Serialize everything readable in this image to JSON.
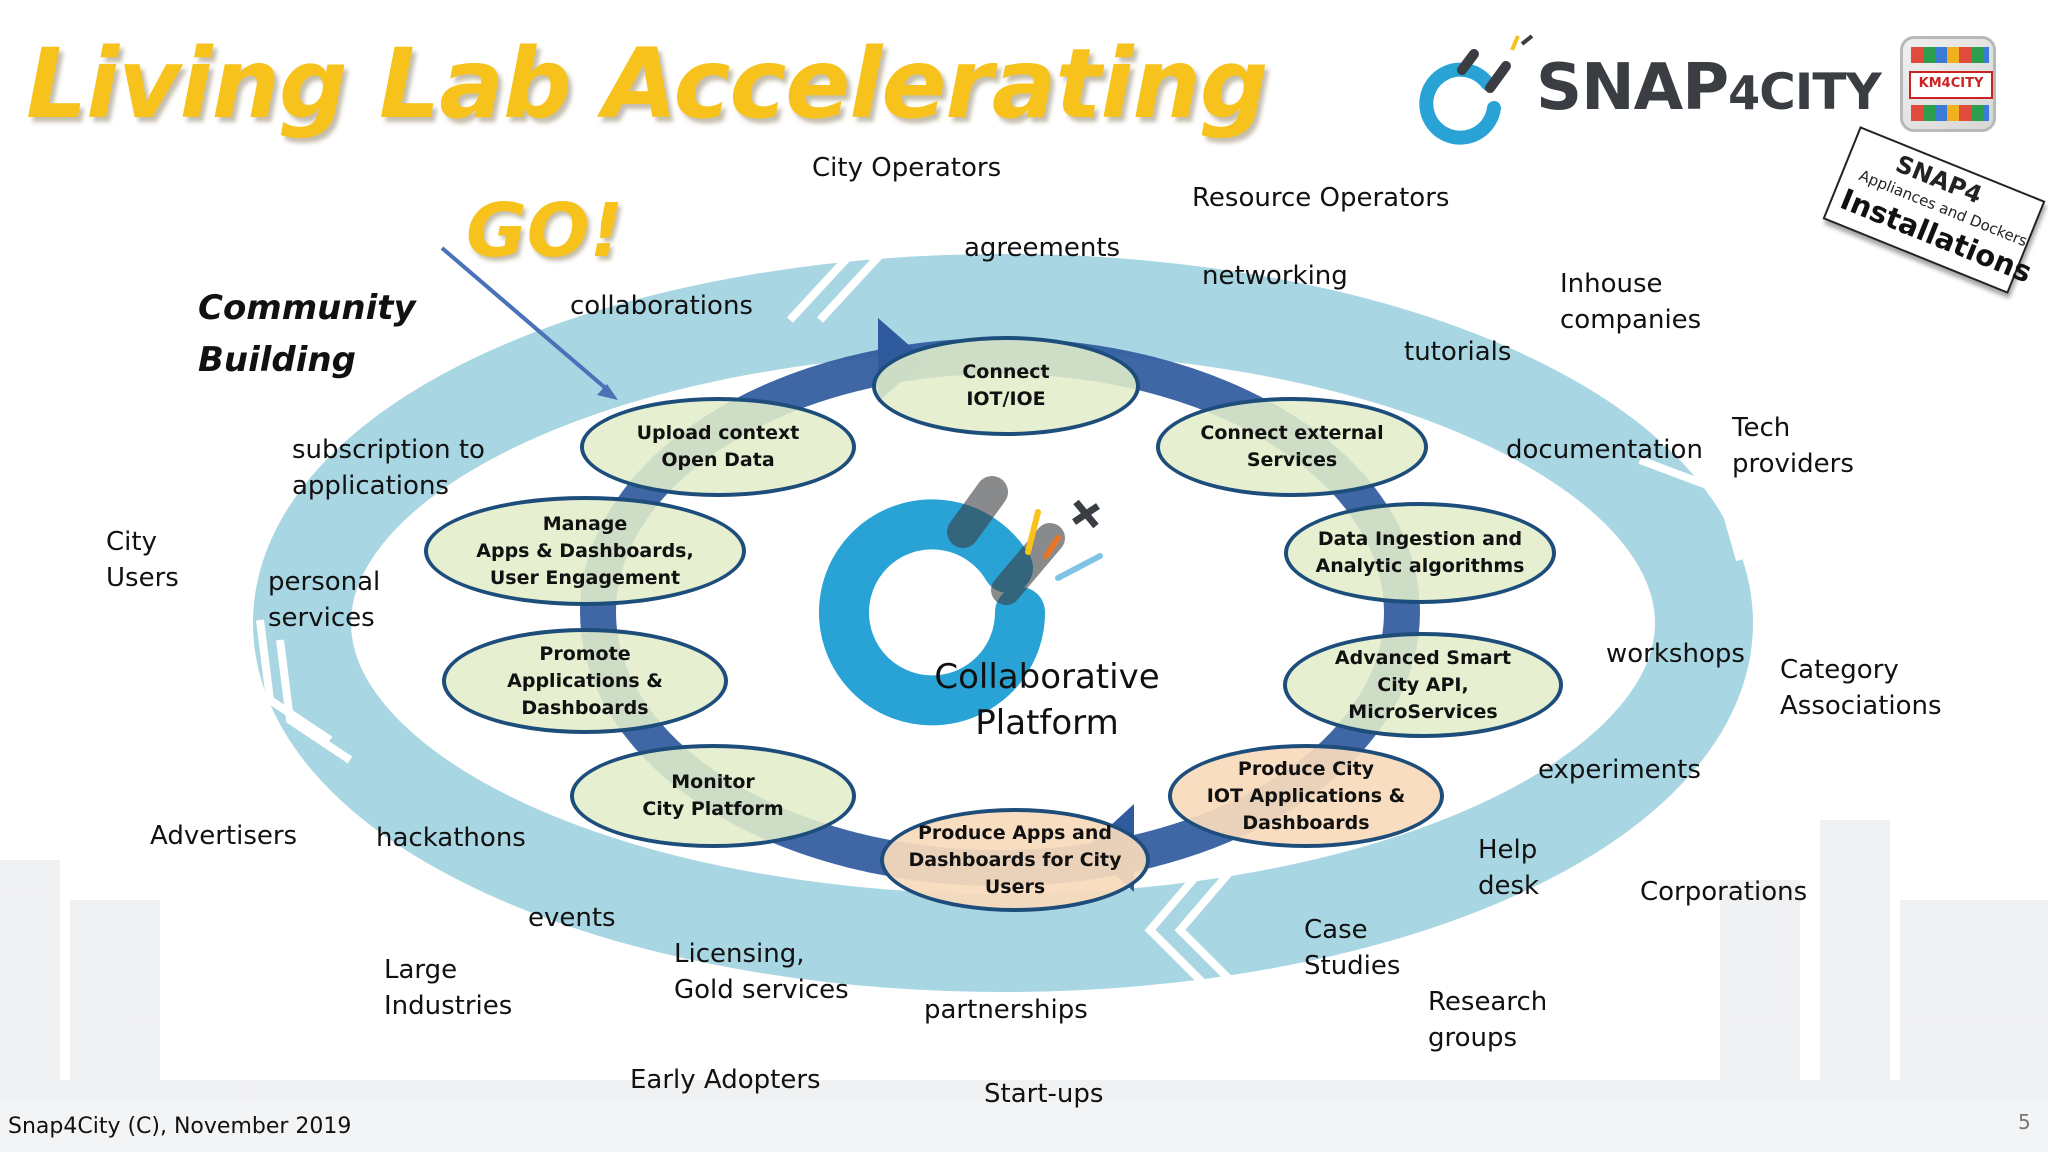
{
  "title": "Living Lab Accelerating",
  "go_label": "GO!",
  "community_label": "Community\nBuilding",
  "center_label": "Collaborative\nPlatform",
  "brand": {
    "snap": "SNAP",
    "four": "4",
    "city": "CITY",
    "km4city": "KM4CITY"
  },
  "badge": {
    "snap4": "SNAP4",
    "line1": "Appliances and Dockers",
    "line2": "Installations"
  },
  "footer": "Snap4City (C), November 2019",
  "page_number": "5",
  "inner_nodes": [
    {
      "label": "Connect\nIOT/IOE"
    },
    {
      "label": "Connect external\nServices"
    },
    {
      "label": "Data Ingestion and\nAnalytic algorithms"
    },
    {
      "label": "Advanced Smart\nCity API,\nMicroServices"
    },
    {
      "label": "Produce City\nIOT Applications &\nDashboards"
    },
    {
      "label": "Produce Apps and\nDashboards for City\nUsers"
    },
    {
      "label": "Monitor\nCity Platform"
    },
    {
      "label": "Promote\nApplications &\nDashboards"
    },
    {
      "label": "Manage\nApps & Dashboards,\nUser Engagement"
    },
    {
      "label": "Upload context\nOpen Data"
    }
  ],
  "ring_labels": [
    "agreements",
    "networking",
    "tutorials",
    "documentation",
    "workshops",
    "experiments",
    "Help\ndesk",
    "Case\nStudies",
    "partnerships",
    "Licensing,\nGold services",
    "events",
    "hackathons",
    "personal\nservices",
    "subscription to\napplications",
    "collaborations"
  ],
  "stakeholders": [
    "City Operators",
    "Resource Operators",
    "Inhouse\ncompanies",
    "Tech\nproviders",
    "Category\nAssociations",
    "Corporations",
    "Research\ngroups",
    "Start-ups",
    "Early Adopters",
    "Large\nIndustries",
    "Advertisers",
    "City\nUsers"
  ],
  "colors": {
    "title": "#f6c21b",
    "outer_ring": "#a9d6e3",
    "inner_ring": "#2f5a9e",
    "node_green": "#e2eecb",
    "node_peach": "#f8dabc",
    "node_border": "#1d4d7a",
    "logo_blue": "#29a3d6"
  }
}
